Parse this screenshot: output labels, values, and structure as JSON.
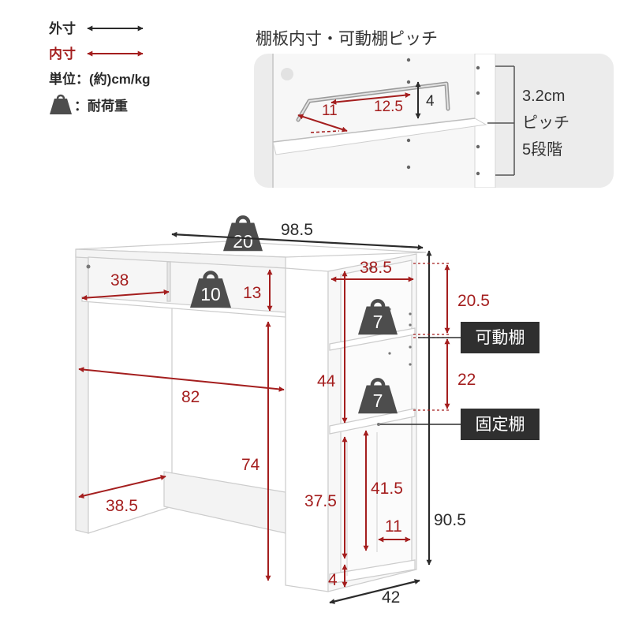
{
  "legend": {
    "outer_label": "外寸",
    "inner_label": "内寸",
    "unit_label": "単位：(約)cm/kg",
    "load_label": "：耐荷重"
  },
  "inset": {
    "title": "棚板内寸・可動棚ピッチ",
    "dim_11": "11",
    "dim_12_5": "12.5",
    "dim_4": "4",
    "pitch_value": "3.2cm",
    "pitch_label": "ピッチ",
    "steps_label": "5段階"
  },
  "dims": {
    "width": "98.5",
    "depth_side": "38.5",
    "top_inner_width": "38",
    "top_inner_height": "13",
    "inner_width": "82",
    "knee_height": "74",
    "bottom_depth": "38.5",
    "height": "90.5",
    "depth": "42",
    "upper_height": "20.5",
    "middle_height": "22",
    "mid_column_height": "44",
    "lower_height": "37.5",
    "lower_inner_height": "41.5",
    "bottom_gap": "4",
    "lower_depth": "11"
  },
  "loads": {
    "top": "20",
    "upper_shelf": "10",
    "mid_shelf_1": "7",
    "mid_shelf_2": "7"
  },
  "callouts": {
    "movable_shelf": "可動棚",
    "fixed_shelf": "固定棚"
  },
  "colors": {
    "outer": "#2b2b2b",
    "inner": "#a41e1e",
    "weight": "#4d4d4d",
    "callout_bg": "#2f2f2f",
    "panel": "#ffffff",
    "panel_edge": "#c9c9c9",
    "inset_bg": "#ececec"
  },
  "icons": {
    "weight": "weight-icon",
    "arrow": "double-arrow-icon"
  }
}
